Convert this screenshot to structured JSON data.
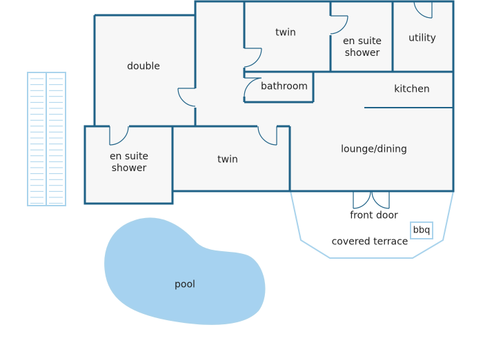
{
  "colors": {
    "wall": "#1f6287",
    "floor": "#f7f7f7",
    "outdoor_line": "#a9d3ec",
    "pool_fill": "#a6d2f0",
    "text": "#222222"
  },
  "rooms": {
    "double": "double",
    "twin_top": "twin",
    "ensuite_top_line1": "en suite",
    "ensuite_top_line2": "shower",
    "utility": "utility",
    "bathroom": "bathroom",
    "kitchen": "kitchen",
    "ensuite_left_line1": "en suite",
    "ensuite_left_line2": "shower",
    "twin_bottom": "twin",
    "lounge_dining": "lounge/dining",
    "front_door": "front door",
    "covered_terrace": "covered terrace",
    "bbq": "bbq",
    "pool": "pool"
  }
}
